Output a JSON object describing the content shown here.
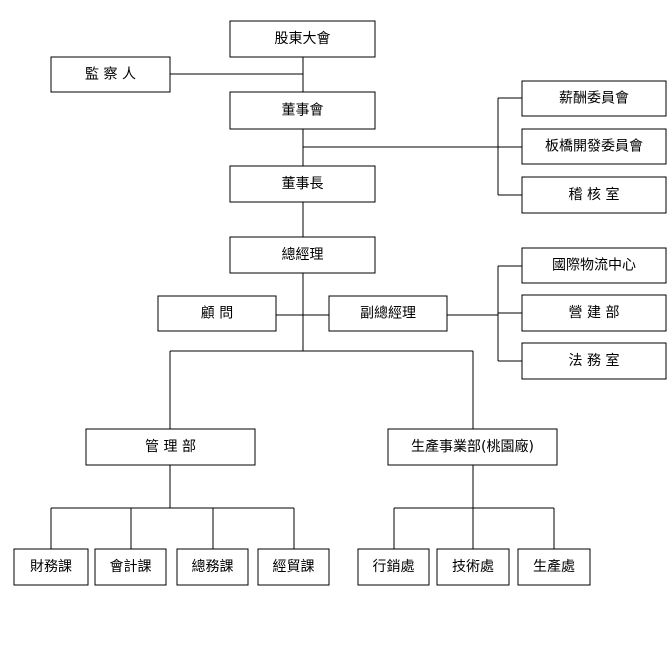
{
  "org_chart": {
    "shareholders_meeting": "股東大會",
    "supervisor": "監 察 人",
    "board_of_directors": "董事會",
    "remuneration_committee": "薪酬委員會",
    "banqiao_development_committee": "板橋開發委員會",
    "audit_office": "稽 核 室",
    "chairman": "董事長",
    "general_manager": "總經理",
    "international_logistics_center": "國際物流中心",
    "advisor": "顧 問",
    "deputy_general_manager": "副總經理",
    "construction_dept": "營 建 部",
    "legal_office": "法 務 室",
    "management_dept": "管 理 部",
    "production_business_dept": "生產事業部(桃園廠)",
    "finance_section": "財務課",
    "accounting_section": "會計課",
    "general_affairs_section": "總務課",
    "business_section": "經貿課",
    "marketing_office": "行銷處",
    "technology_office": "技術處",
    "production_office": "生產處"
  }
}
